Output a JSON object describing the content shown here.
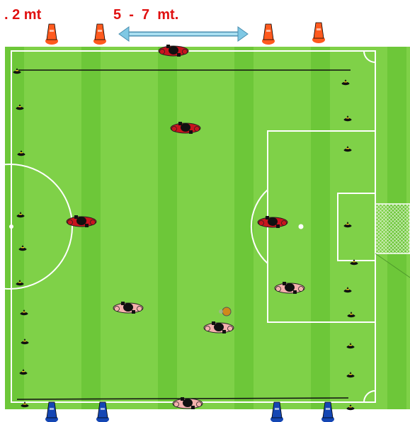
{
  "labels": {
    "left_distance": ". 2 mt",
    "mid_distance": "5  -  7  mt."
  },
  "colors": {
    "label_text": "#e01010",
    "pitch_light": "#7fd148",
    "pitch_dark": "#5fbf2e",
    "pitch_lines": "#ffffff",
    "black_lines": "#111111",
    "arrow": "#7fc8e4",
    "orange_cone": "#ff5a1e",
    "blue_cone": "#1446b4",
    "small_cone": "#111111",
    "small_cone_stripe": "#f2d21a",
    "team_red": "#c8141e",
    "team_pink": "#f3b1ad",
    "goal_net": "#ffffff"
  },
  "icons": {
    "player_red": "player-red-icon",
    "player_pink": "player-pink-icon",
    "big_cone": "training-cone-icon",
    "small_cone": "marker-cone-icon",
    "ball": "soccer-ball-icon",
    "arrow": "double-arrow-icon"
  },
  "diagram": {
    "orange_cone_count": 4,
    "blue_cone_count": 4,
    "red_player_count": 4,
    "pink_player_count": 4,
    "ball_count": 1
  }
}
